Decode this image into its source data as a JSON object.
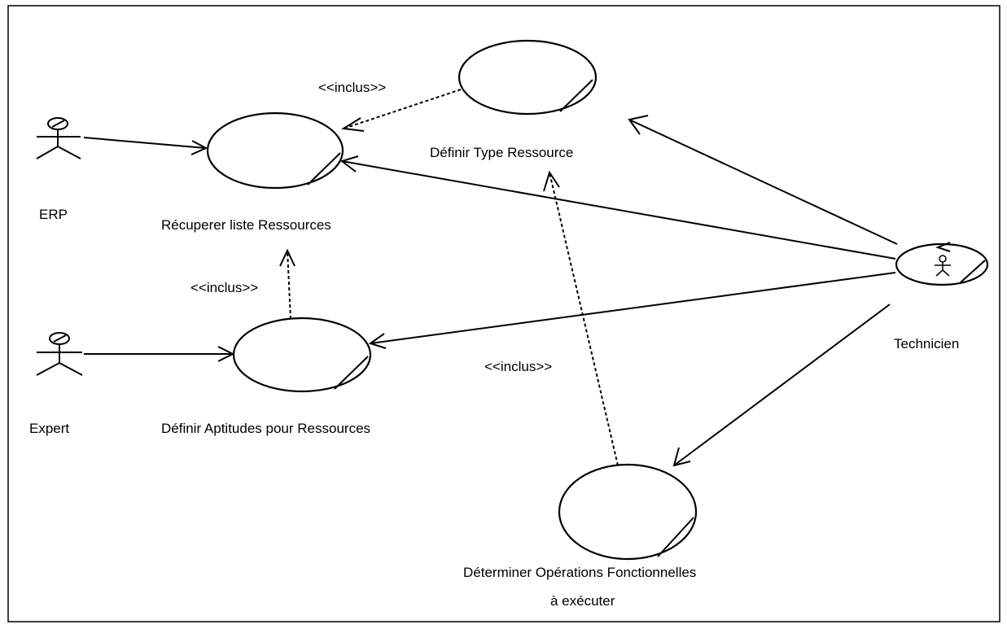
{
  "actors": [
    {
      "id": "erp",
      "label": "ERP"
    },
    {
      "id": "expert",
      "label": "Expert"
    },
    {
      "id": "technicien",
      "label": "Technicien"
    }
  ],
  "use_cases": [
    {
      "id": "recuperer",
      "label": "Récuperer liste Ressources"
    },
    {
      "id": "definir_type",
      "label": "Définir Type Ressource"
    },
    {
      "id": "definir_aptitudes",
      "label": "Définir Aptitudes pour Ressources"
    },
    {
      "id": "determiner",
      "label_line1": "Déterminer Opérations Fonctionnelles",
      "label_line2": "à exécuter"
    }
  ],
  "relations": {
    "include_label": "<<inclus>>",
    "associations": [
      {
        "from": "erp",
        "to": "recuperer"
      },
      {
        "from": "expert",
        "to": "definir_aptitudes"
      },
      {
        "from": "technicien",
        "to": "definir_type"
      },
      {
        "from": "technicien",
        "to": "recuperer"
      },
      {
        "from": "technicien",
        "to": "definir_aptitudes"
      },
      {
        "from": "technicien",
        "to": "determiner"
      }
    ],
    "includes": [
      {
        "from": "definir_type",
        "to": "recuperer"
      },
      {
        "from": "definir_aptitudes",
        "to": "recuperer"
      },
      {
        "from": "determiner",
        "to": "definir_type"
      }
    ]
  }
}
